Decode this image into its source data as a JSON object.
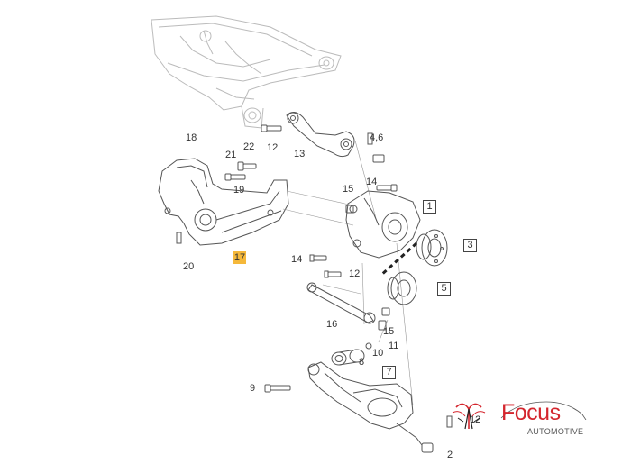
{
  "labels": {
    "n18": "18",
    "n21": "21",
    "n22": "22",
    "n12a": "12",
    "n13": "13",
    "n46": "4,6",
    "n19": "19",
    "n15a": "15",
    "n14a": "14",
    "n1": "1",
    "n3": "3",
    "n20": "20",
    "n17": "17",
    "n14b": "14",
    "n12b": "12",
    "n5": "5",
    "n16": "16",
    "n15b": "15",
    "n11": "11",
    "n10": "10",
    "n8": "8",
    "n7": "7",
    "n9": "9",
    "n12c": "12",
    "n2": "2"
  },
  "logo": {
    "name": "Focus",
    "tagline": "AUTOMOTIVE",
    "color": "#d4262e"
  },
  "colors": {
    "line": "#555555",
    "highlight": "#f5b83a",
    "faint": "#bbbbbb"
  }
}
